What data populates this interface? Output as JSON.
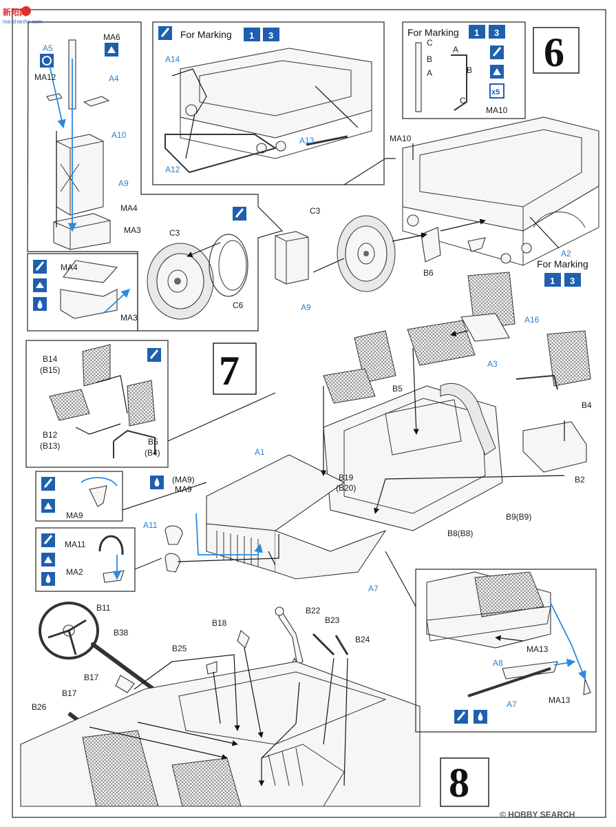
{
  "watermark": {
    "top_left": "新阳网",
    "top_left_sub": "ma-shanhe.com",
    "bottom_right": "© HOBBY SEARCH"
  },
  "marking_label": "For Marking",
  "marking_numbers": [
    "1",
    "3"
  ],
  "steps": {
    "six": "6",
    "seven": "7",
    "eight": "8"
  },
  "multiplier": "x5",
  "colors": {
    "accent_blue": "#2a7fcf",
    "chip_blue": "#1f5fae"
  },
  "labels": {
    "A5": "A5",
    "MA12": "MA12",
    "MA6": "MA6",
    "A4": "A4",
    "A10": "A10",
    "A9": "A9",
    "MA4": "MA4",
    "MA3": "MA3",
    "MA4b": "MA4",
    "MA3b": "MA3",
    "A14": "A14",
    "A12": "A12",
    "A13": "A13",
    "C_a": "C",
    "B_a": "B",
    "A_a": "A",
    "A_b": "A",
    "B_b": "B",
    "C_b": "C",
    "MA10": "MA10",
    "MA10b": "MA10",
    "C3": "C3",
    "C6": "C6",
    "C3b": "C3",
    "A9b": "A9",
    "B6": "B6",
    "A2": "A2",
    "A16": "A16",
    "A3": "A3",
    "B14": "B14",
    "B15": "(B15)",
    "B12": "B12",
    "B13": "(B13)",
    "B5a": "B5",
    "B4a": "(B4)",
    "B5": "B5",
    "B4": "B4",
    "B2": "B2",
    "A1": "A1",
    "B19": "B19",
    "B20": "(B20)",
    "MA9p": "(MA9)",
    "MA9": "MA9",
    "MA9b": "MA9",
    "A11": "A11",
    "MA11": "MA11",
    "MA2": "MA2",
    "B9": "B9(B9)",
    "B8": "B8(B8)",
    "A7": "A7",
    "B11": "B11",
    "B38": "B38",
    "B18": "B18",
    "B22": "B22",
    "B23": "B23",
    "B24": "B24",
    "B25": "B25",
    "B17a": "B17",
    "B17b": "B17",
    "B26": "B26",
    "MA13a": "MA13",
    "A8": "A8",
    "A7b": "A7",
    "MA13b": "MA13"
  }
}
